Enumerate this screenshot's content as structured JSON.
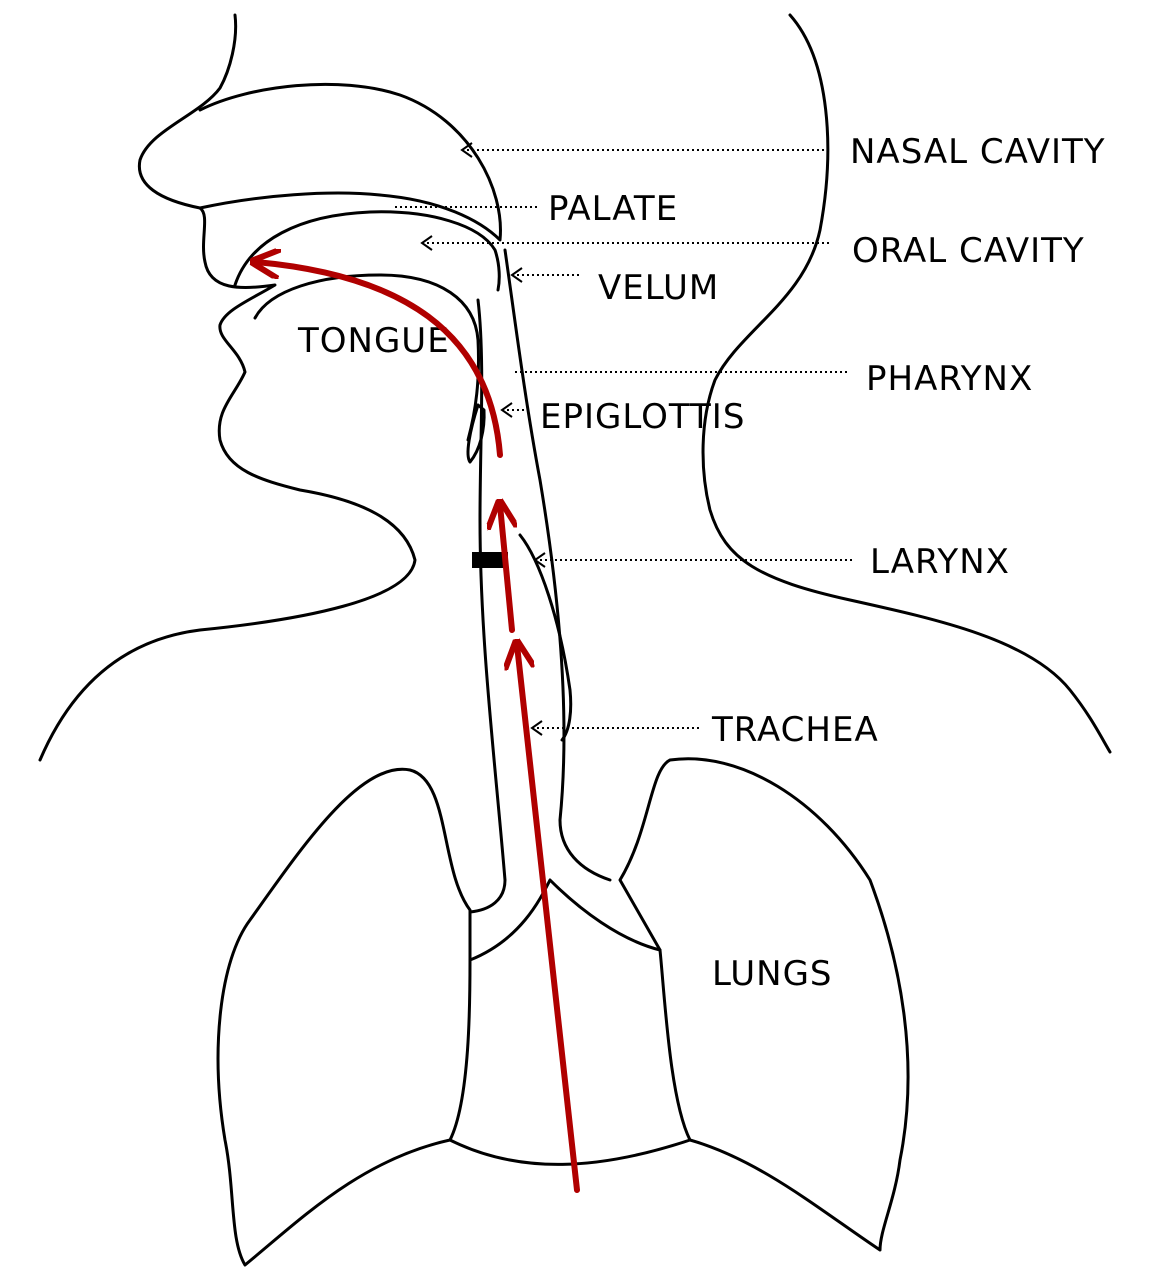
{
  "labels": {
    "nasal_cavity": "NASAL CAVITY",
    "palate": "PALATE",
    "oral_cavity": "ORAL CAVITY",
    "velum": "VELUM",
    "tongue": "TONGUE",
    "pharynx": "PHARYNX",
    "epiglottis": "EPIGLOTTIS",
    "larynx": "LARYNX",
    "trachea": "TRACHEA",
    "lungs": "LUNGS"
  },
  "colors": {
    "outline": "#000000",
    "airflow_arrow": "#b00000",
    "background": "#ffffff"
  }
}
